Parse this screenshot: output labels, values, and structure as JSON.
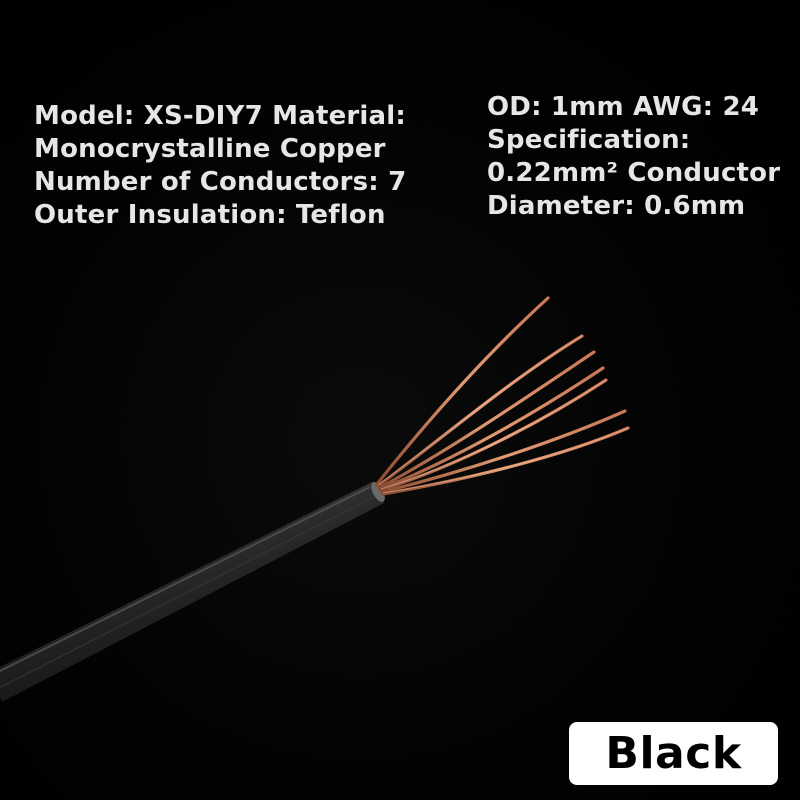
{
  "specs_left": {
    "line1": "Model: XS-DIY7 Material:",
    "line2": "Monocrystalline Copper",
    "line3": "Number of Conductors: 7",
    "line4": "Outer Insulation: Teflon"
  },
  "specs_right": {
    "line1": "OD: 1mm AWG: 24",
    "line2": "Specification:",
    "line3": "0.22mm² Conductor",
    "line4": "Diameter: 0.6mm"
  },
  "color_badge": {
    "label": "Black"
  },
  "colors": {
    "background": "#000000",
    "text": "#e6e6e6",
    "insulation": "#2a2a2a",
    "copper": "#d98a63",
    "badge_bg": "#ffffff",
    "badge_text": "#000000"
  }
}
